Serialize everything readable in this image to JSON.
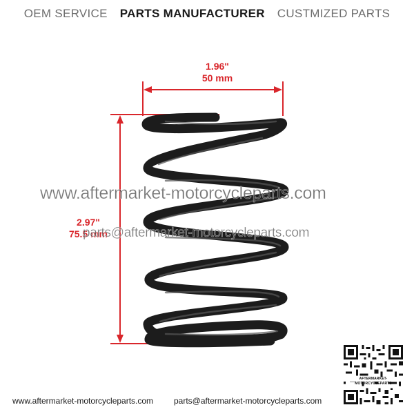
{
  "header": {
    "left": "OEM SERVICE",
    "center": "PARTS MANUFACTURER",
    "right": "CUSTMIZED PARTS"
  },
  "dimensions": {
    "width_in": "1.96\"",
    "width_mm": "50 mm",
    "height_in": "2.97\"",
    "height_mm": "75.5 mm",
    "color": "#d9262b"
  },
  "watermark": {
    "url": "www.aftermarket-motorcycleparts.com",
    "email": "parts@aftermarket-motorcycleparts.com"
  },
  "footer": {
    "url": "www.aftermarket-motorcycleparts.com",
    "email": "parts@aftermarket-motorcycleparts.com"
  },
  "qr": {
    "caption": "AFTERMARKET-MOTORCYCLEPARTS"
  }
}
